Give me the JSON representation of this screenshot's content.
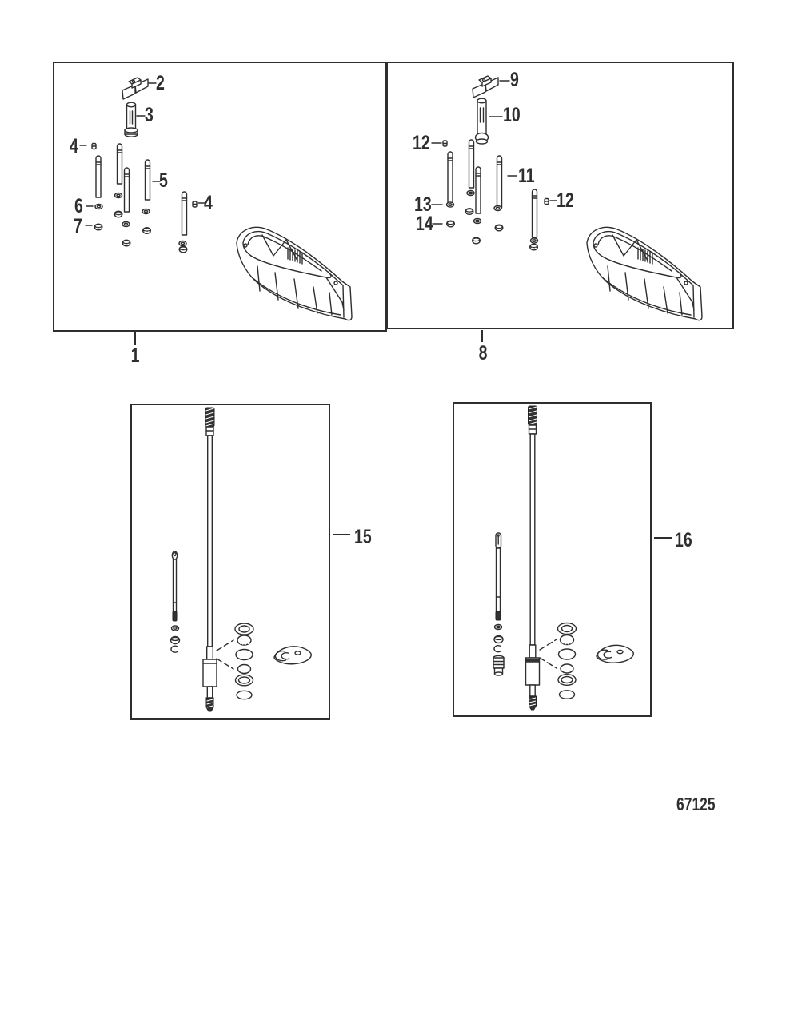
{
  "page": {
    "background": "#ffffff",
    "ink": "#2e2e2e"
  },
  "drawing_number": "67125",
  "panel1": {
    "label": "1",
    "callouts": {
      "c2": "2",
      "c3": "3",
      "c4a": "4",
      "c5": "5",
      "c6": "6",
      "c7": "7",
      "c4b": "4"
    }
  },
  "panel8": {
    "label": "8",
    "callouts": {
      "c9": "9",
      "c10": "10",
      "c12a": "12",
      "c11": "11",
      "c12b": "12",
      "c13": "13",
      "c14": "14"
    }
  },
  "panel15": {
    "label": "15"
  },
  "panel16": {
    "label": "16"
  }
}
